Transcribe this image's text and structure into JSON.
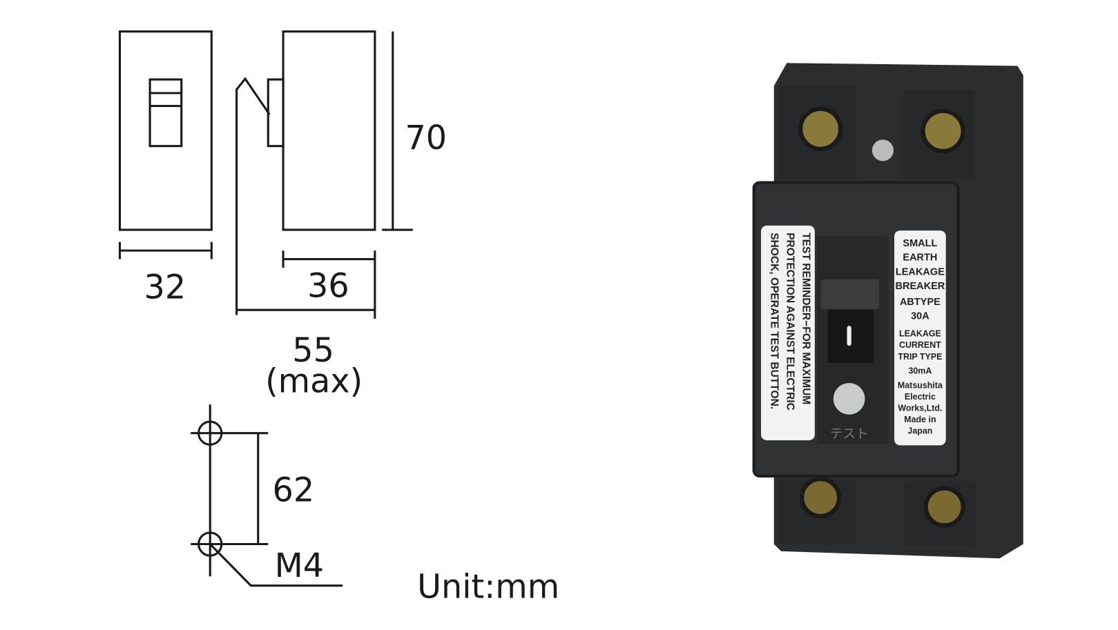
{
  "drawing": {
    "width_front": "32",
    "depth_body": "36",
    "depth_max": "55",
    "depth_max_note": "(max)",
    "height": "70",
    "mount_pitch": "62",
    "screw": "M4",
    "unit": "Unit:mm"
  },
  "product": {
    "left_label_lines": [
      "TEST REMINDER−FOR MAXIMUM",
      "PROTECTION AGAINST ELECTRIC",
      "SHOCK, OPERATE TEST BUTTON."
    ],
    "right_label_lines": [
      "SMALL",
      "EARTH",
      "LEAKAGE",
      "BREAKER",
      "ABTYPE",
      "30A",
      "LEAKAGE",
      "CURRENT",
      "TRIP TYPE",
      "30mA",
      "Matsushita",
      "Electric",
      "Works,Ltd.",
      "Made in",
      "Japan"
    ],
    "test_button_label": "テスト",
    "colors": {
      "body": "#2b2d2f",
      "label": "#f2f2f2"
    }
  }
}
